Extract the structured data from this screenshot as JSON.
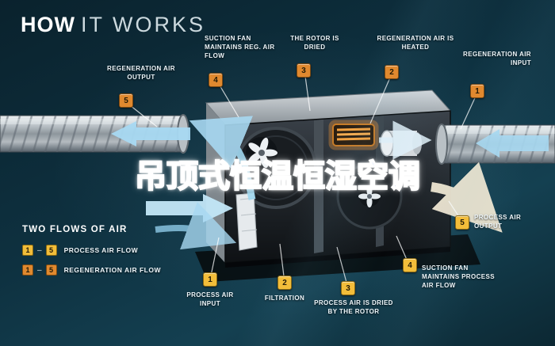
{
  "title": {
    "bold": "HOW",
    "light": "IT WORKS"
  },
  "watermark": "吊顶式恒温恒湿空调",
  "callouts": {
    "top": [
      {
        "num": "5",
        "text": "REGENERATION AIR OUTPUT"
      },
      {
        "num": "4",
        "text": "SUCTION FAN MAINTAINS REG. AIR FLOW"
      },
      {
        "num": "3",
        "text": "THE ROTOR IS DRIED"
      },
      {
        "num": "2",
        "text": "REGENERATION AIR IS HEATED"
      },
      {
        "num": "1",
        "text": "REGENERATION AIR INPUT"
      }
    ],
    "bottom": [
      {
        "num": "1",
        "text": "PROCESS AIR INPUT"
      },
      {
        "num": "2",
        "text": "FILTRATION"
      },
      {
        "num": "3",
        "text": "PROCESS AIR IS DRIED BY THE ROTOR"
      },
      {
        "num": "4",
        "text": "SUCTION FAN MAINTAINS PROCESS AIR FLOW"
      },
      {
        "num": "5",
        "text": "PROCESS AIR OUTPUT"
      }
    ]
  },
  "legend": {
    "heading": "TWO FLOWS OF AIR",
    "separator": "–",
    "rows": [
      {
        "first": "1",
        "last": "5",
        "label": "PROCESS AIR FLOW"
      },
      {
        "first": "1",
        "last": "5",
        "label": "REGENERATION AIR FLOW"
      }
    ]
  },
  "colors": {
    "background_teal": "#0e3140",
    "process_badge": "#f2bd3a",
    "regeneration_badge": "#e0892f",
    "flow_arrow_blue": "#a8d9f2",
    "output_arrow_cream": "#f0e7d2",
    "heater_orange": "#f5a23f",
    "watermark_blue": "#2e6be0"
  }
}
